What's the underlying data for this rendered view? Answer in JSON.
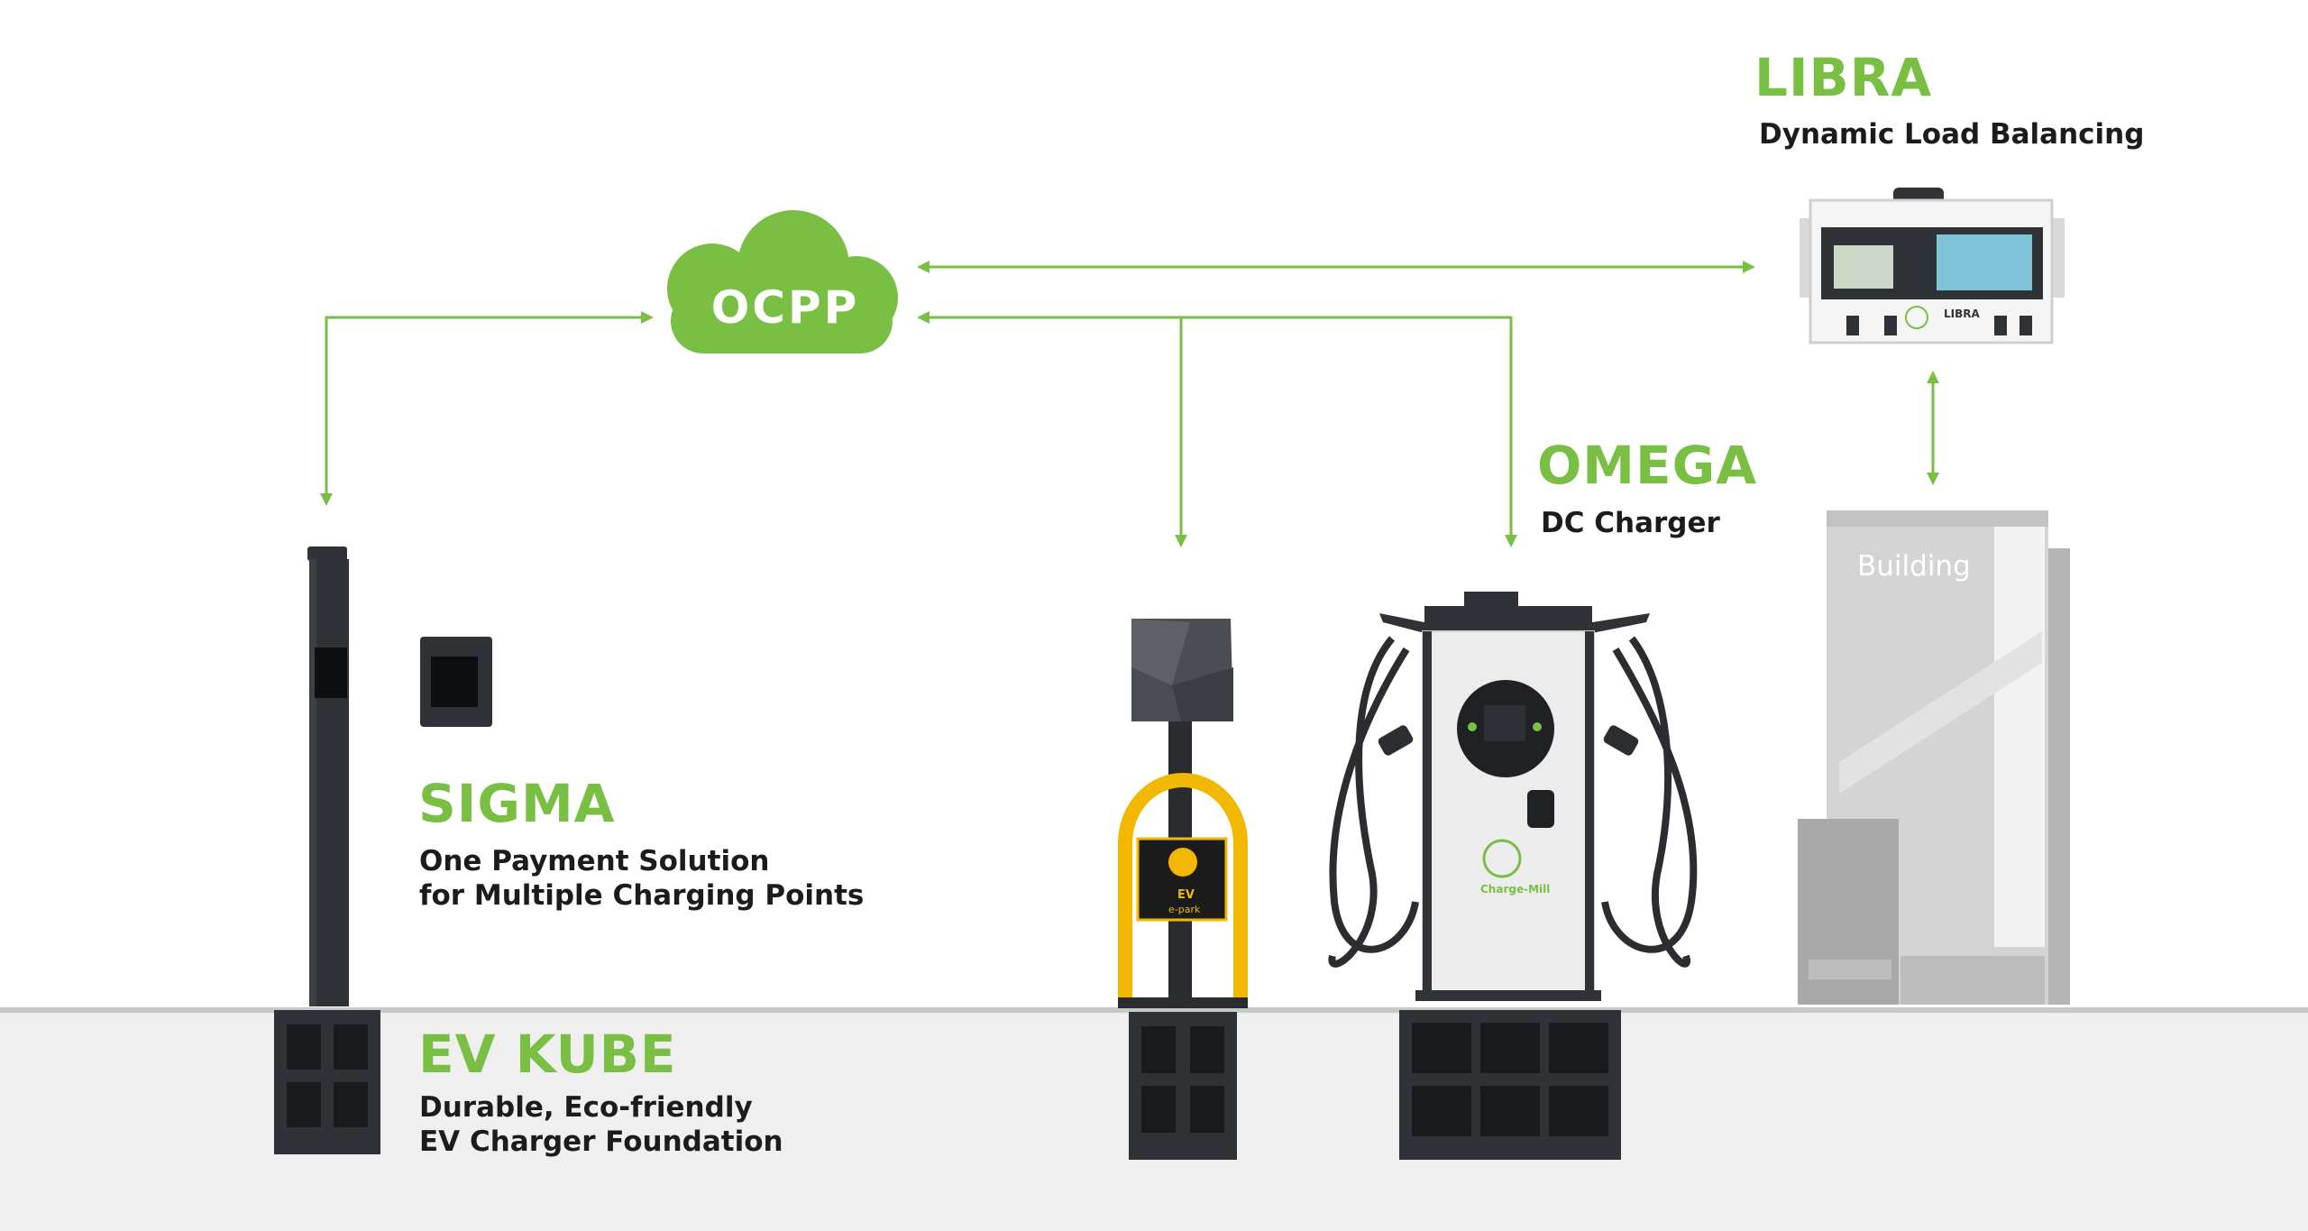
{
  "cloud": {
    "label": "OCPP",
    "icon": "cloud-icon"
  },
  "libra": {
    "title": "LIBRA",
    "subtitle": "Dynamic Load Balancing",
    "device_label": "LIBRA"
  },
  "omega": {
    "title": "OMEGA",
    "subtitle": "DC Charger",
    "brand_label": "Charge-Mill"
  },
  "sigma": {
    "title": "SIGMA",
    "subtitle_line1": "One Payment Solution",
    "subtitle_line2": "for Multiple Charging Points"
  },
  "ev_kube": {
    "title": "EV KUBE",
    "subtitle_line1": "Durable, Eco-friendly",
    "subtitle_line2": "EV Charger Foundation"
  },
  "building": {
    "label": "Building"
  },
  "eppark": {
    "sign_label": "EV",
    "brand_label": "e-park"
  },
  "colors": {
    "accent": "#79bf43",
    "text": "#1c1c1c",
    "ground": "#efefef",
    "device_dark": "#2f3237"
  }
}
